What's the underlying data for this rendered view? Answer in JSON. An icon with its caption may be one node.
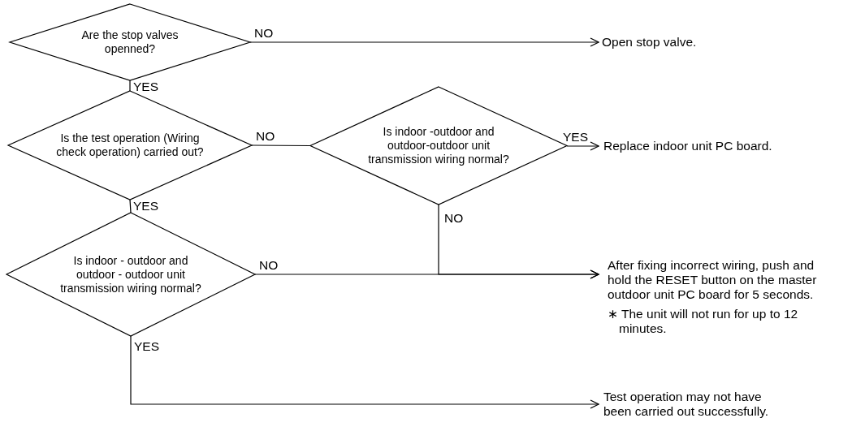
{
  "diagram": {
    "nodes": [
      {
        "text": [
          "Are the stop valves openned?"
        ]
      },
      {
        "text": [
          "Open stop valve."
        ]
      },
      {
        "text": [
          "Is the test operation (Wiring check operation) carried out?"
        ]
      },
      {
        "text": [
          "Is indoor -outdoor and outdoor-outdoor unit transmission wiring normal?"
        ]
      },
      {
        "text": [
          "Replace indoor unit PC board."
        ]
      },
      {
        "text": [
          "Is indoor - outdoor and outdoor - outdoor unit transmission wiring normal?"
        ]
      },
      {
        "text": [
          "After fixing incorrect wiring, push and hold the RESET button on the master outdoor unit PC board for 5 seconds.",
          "∗ The unit will not run for up to 12 minutes."
        ]
      },
      {
        "text": [
          "Test operation may not have been carried out successfully."
        ]
      }
    ],
    "edges": [
      {
        "from": 0,
        "to": 1,
        "arrow": "to",
        "label": "NO"
      },
      {
        "from": 0,
        "to": 2,
        "arrow": "none",
        "label": "YES"
      },
      {
        "from": 2,
        "to": 3,
        "arrow": "none",
        "label": "NO"
      },
      {
        "from": 3,
        "to": 4,
        "arrow": "to",
        "label": "YES"
      },
      {
        "from": 2,
        "to": 5,
        "arrow": "none",
        "label": "YES"
      },
      {
        "from": 3,
        "to": 6,
        "arrow": "to",
        "label": "NO"
      },
      {
        "from": 5,
        "to": 6,
        "arrow": "to",
        "label": "NO"
      },
      {
        "from": 5,
        "to": 7,
        "arrow": "to",
        "label": "YES"
      }
    ]
  }
}
